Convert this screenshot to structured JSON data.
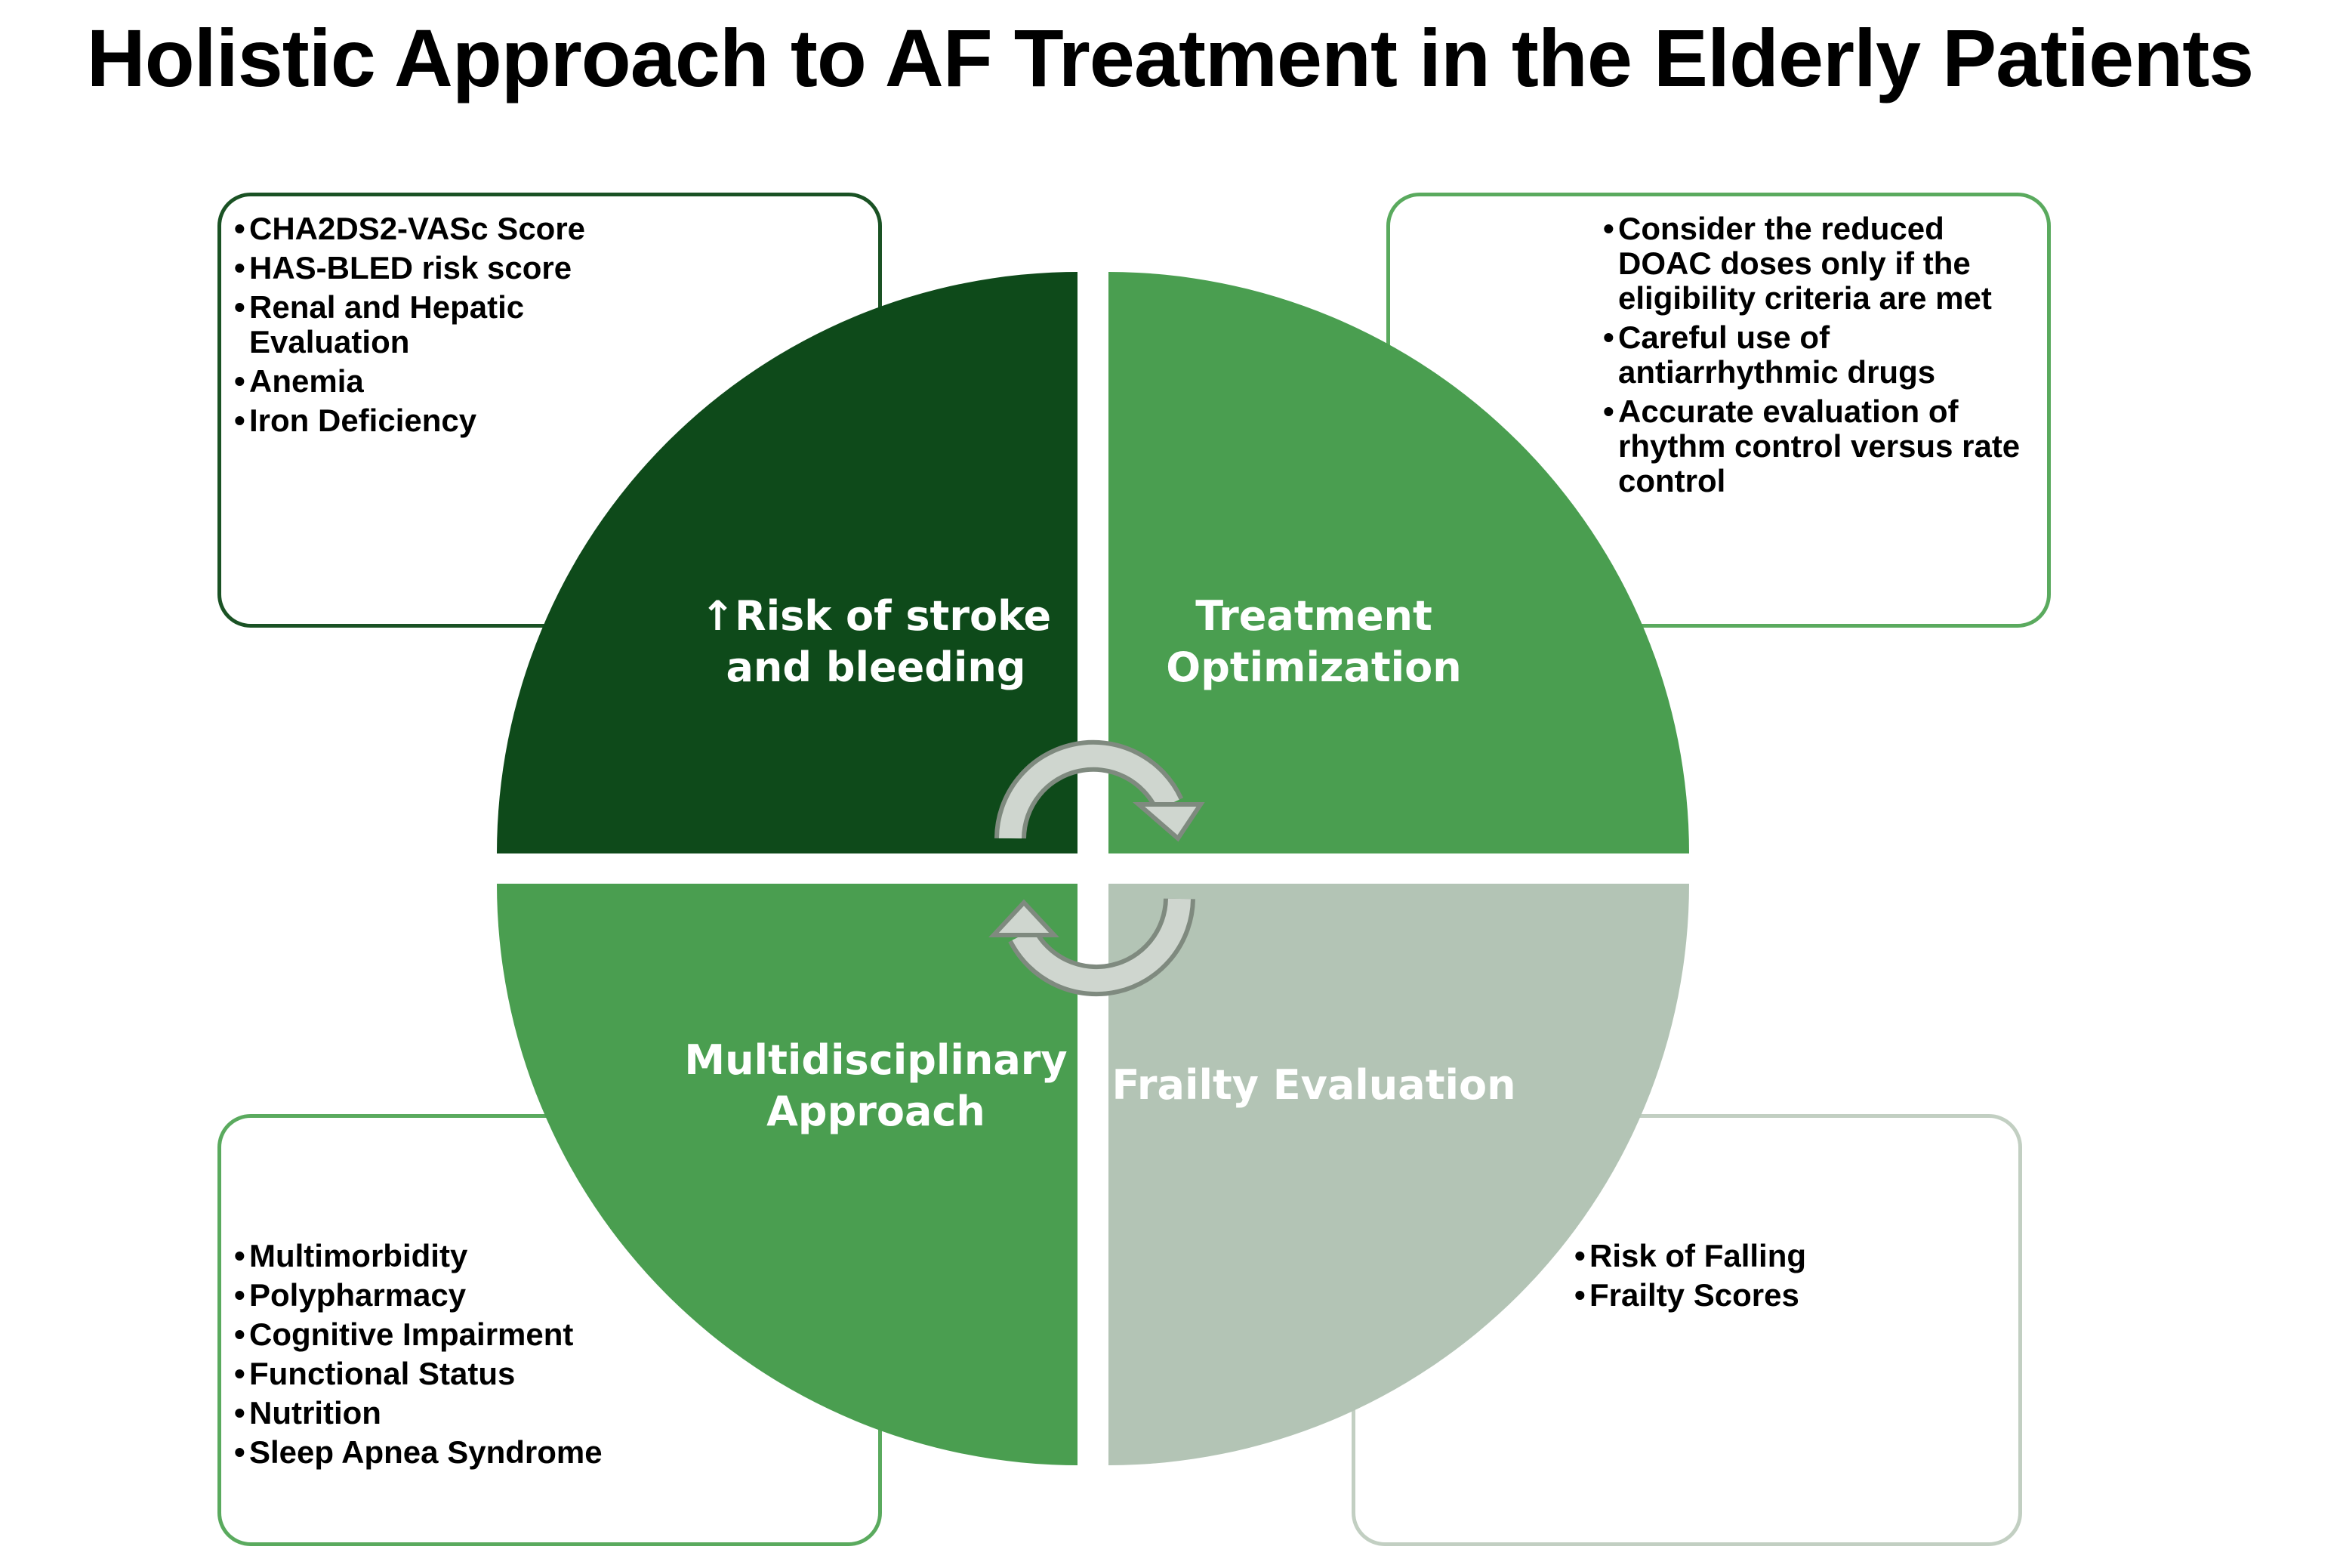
{
  "title": "Holistic Approach to AF Treatment in the Elderly Patients",
  "quadrants": {
    "top_left": {
      "label": "↑Risk of stroke and bleeding",
      "color": "#0e4a1a",
      "items": [
        "CHA2DS2-VASc Score",
        "HAS-BLED risk score",
        "Renal and Hepatic Evaluation",
        "Anemia",
        "Iron Deficiency"
      ]
    },
    "top_right": {
      "label": "Treatment Optimization",
      "color": "#4a9e50",
      "items": [
        "Consider the reduced DOAC doses only if the eligibility criteria are met",
        "Careful use of antiarrhythmic drugs",
        "Accurate evaluation of rhythm control versus rate control"
      ]
    },
    "bottom_left": {
      "label": "Multidisciplinary Approach",
      "color": "#4a9e50",
      "items": [
        "Multimorbidity",
        "Polypharmacy",
        "Cognitive Impairment",
        "Functional Status",
        "Nutrition",
        "Sleep Apnea Syndrome"
      ]
    },
    "bottom_right": {
      "label": "Frailty Evaluation",
      "color": "#b3c4b5",
      "items": [
        "Risk of Falling",
        "Frailty Scores"
      ]
    }
  },
  "icons": [
    "cycle-arrow-top-icon",
    "cycle-arrow-bottom-icon"
  ]
}
